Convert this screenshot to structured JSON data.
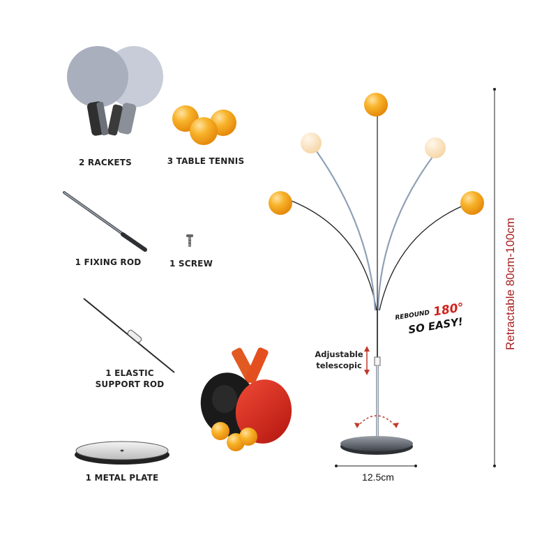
{
  "items": {
    "rackets": "2 RACKETS",
    "balls": "3 TABLE TENNIS",
    "fixing_rod": "1 FIXING ROD",
    "screw": "1 SCREW",
    "elastic_rod": {
      "line1": "1 ELASTIC",
      "line2": "SUPPORT ROD"
    },
    "metal_plate": "1 METAL PLATE"
  },
  "callouts": {
    "adjustable": {
      "line1": "Adjustable",
      "line2": "telescopic"
    },
    "promo": {
      "rebound": "REBOUND",
      "degrees": "180°",
      "easy": "SO EASY!"
    }
  },
  "dimensions": {
    "height_prefix": "Retractable",
    "height_value": " 80cm-100cm",
    "base_width": "12.5cm"
  },
  "colors": {
    "ball": "#f7a81b",
    "racket_grey": "#b3b9c8",
    "racket_red": "#d8261e",
    "racket_black": "#1a1a1a",
    "dimension_red": "#a81f1f"
  }
}
